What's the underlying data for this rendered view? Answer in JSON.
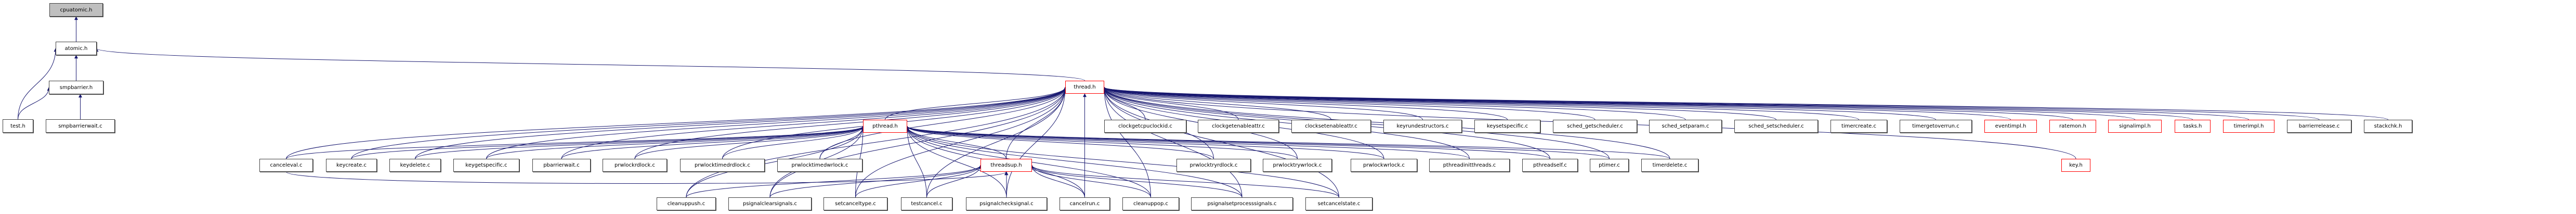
{
  "graph": {
    "title": "cpuatomic.h include dependency graph",
    "colors": {
      "edge": "#191970",
      "root_fill": "#bfbfbf",
      "truncated_border": "#ff0000",
      "node_border": "#404040"
    },
    "nodes": [
      {
        "id": "cpuatomic_h",
        "label": "cpuatomic.h",
        "kind": "root"
      },
      {
        "id": "atomic_h",
        "label": "atomic.h",
        "kind": "normal"
      },
      {
        "id": "smpbarrier_h",
        "label": "smpbarrier.h",
        "kind": "normal"
      },
      {
        "id": "test_h",
        "label": "test.h",
        "kind": "normal"
      },
      {
        "id": "smpbarrierwait_c",
        "label": "smpbarrierwait.c",
        "kind": "normal"
      },
      {
        "id": "thread_h",
        "label": "thread.h",
        "kind": "truncated"
      },
      {
        "id": "pthread_h",
        "label": "pthread.h",
        "kind": "truncated"
      },
      {
        "id": "threadsup_h",
        "label": "threadsup.h",
        "kind": "truncated"
      },
      {
        "id": "clockgetcpuclockid_c",
        "label": "clockgetcpuclockid.c",
        "kind": "normal"
      },
      {
        "id": "clockgetenableattr_c",
        "label": "clockgetenableattr.c",
        "kind": "normal"
      },
      {
        "id": "clocksetenableattr_c",
        "label": "clocksetenableattr.c",
        "kind": "normal"
      },
      {
        "id": "keyrundestructors_c",
        "label": "keyrundestructors.c",
        "kind": "normal"
      },
      {
        "id": "keysetspecific_c",
        "label": "keysetspecific.c",
        "kind": "normal"
      },
      {
        "id": "sched_getscheduler_c",
        "label": "sched_getscheduler.c",
        "kind": "normal"
      },
      {
        "id": "sched_setparam_c",
        "label": "sched_setparam.c",
        "kind": "normal"
      },
      {
        "id": "sched_setscheduler_c",
        "label": "sched_setscheduler.c",
        "kind": "normal"
      },
      {
        "id": "timercreate_c",
        "label": "timercreate.c",
        "kind": "normal"
      },
      {
        "id": "timergetoverrun_c",
        "label": "timergetoverrun.c",
        "kind": "normal"
      },
      {
        "id": "eventimpl_h",
        "label": "eventimpl.h",
        "kind": "truncated"
      },
      {
        "id": "ratemon_h",
        "label": "ratemon.h",
        "kind": "truncated"
      },
      {
        "id": "signalimpl_h",
        "label": "signalimpl.h",
        "kind": "truncated"
      },
      {
        "id": "tasks_h",
        "label": "tasks.h",
        "kind": "truncated"
      },
      {
        "id": "timerimpl_h",
        "label": "timerimpl.h",
        "kind": "truncated"
      },
      {
        "id": "barrierrelease_c",
        "label": "barrierrelease.c",
        "kind": "normal"
      },
      {
        "id": "stackchk_h",
        "label": "stackchk.h",
        "kind": "normal"
      },
      {
        "id": "canceleval_c",
        "label": "canceleval.c",
        "kind": "normal"
      },
      {
        "id": "keycreate_c",
        "label": "keycreate.c",
        "kind": "normal"
      },
      {
        "id": "keydelete_c",
        "label": "keydelete.c",
        "kind": "normal"
      },
      {
        "id": "keygetspecific_c",
        "label": "keygetspecific.c",
        "kind": "normal"
      },
      {
        "id": "pbarrierwait_c",
        "label": "pbarrierwait.c",
        "kind": "normal"
      },
      {
        "id": "prwlockrdlock_c",
        "label": "prwlockrdlock.c",
        "kind": "normal"
      },
      {
        "id": "prwlocktimedrdlock_c",
        "label": "prwlocktimedrdlock.c",
        "kind": "normal"
      },
      {
        "id": "prwlocktimedwrlock_c",
        "label": "prwlocktimedwrlock.c",
        "kind": "normal"
      },
      {
        "id": "prwlocktryrdlock_c",
        "label": "prwlocktryrdlock.c",
        "kind": "normal"
      },
      {
        "id": "prwlocktrywrlock_c",
        "label": "prwlocktrywrlock.c",
        "kind": "normal"
      },
      {
        "id": "prwlockwrlock_c",
        "label": "prwlockwrlock.c",
        "kind": "normal"
      },
      {
        "id": "pthreadinitthreads_c",
        "label": "pthreadinitthreads.c",
        "kind": "normal"
      },
      {
        "id": "pthreadself_c",
        "label": "pthreadself.c",
        "kind": "normal"
      },
      {
        "id": "ptimer_c",
        "label": "ptimer.c",
        "kind": "normal"
      },
      {
        "id": "timerdelete_c",
        "label": "timerdelete.c",
        "kind": "normal"
      },
      {
        "id": "key_h",
        "label": "key.h",
        "kind": "truncated"
      },
      {
        "id": "cleanuppush_c",
        "label": "cleanuppush.c",
        "kind": "normal"
      },
      {
        "id": "psignalclearsignals_c",
        "label": "psignalclearsignals.c",
        "kind": "normal"
      },
      {
        "id": "setcanceltype_c",
        "label": "setcanceltype.c",
        "kind": "normal"
      },
      {
        "id": "testcancel_c",
        "label": "testcancel.c",
        "kind": "normal"
      },
      {
        "id": "psignalchecksignal_c",
        "label": "psignalchecksignal.c",
        "kind": "normal"
      },
      {
        "id": "cancelrun_c",
        "label": "cancelrun.c",
        "kind": "normal"
      },
      {
        "id": "cleanuppop_c",
        "label": "cleanuppop.c",
        "kind": "normal"
      },
      {
        "id": "psignalsetprocesssignals_c",
        "label": "psignalsetprocesssignals.c",
        "kind": "normal"
      },
      {
        "id": "setcancelstate_c",
        "label": "setcancelstate.c",
        "kind": "normal"
      }
    ],
    "edges": [
      [
        "atomic_h",
        "cpuatomic_h"
      ],
      [
        "smpbarrier_h",
        "atomic_h"
      ],
      [
        "test_h",
        "atomic_h"
      ],
      [
        "thread_h",
        "atomic_h"
      ],
      [
        "test_h",
        "smpbarrier_h"
      ],
      [
        "smpbarrierwait_c",
        "smpbarrier_h"
      ],
      [
        "pthread_h",
        "thread_h"
      ],
      [
        "threadsup_h",
        "thread_h"
      ],
      [
        "clockgetcpuclockid_c",
        "thread_h"
      ],
      [
        "clockgetenableattr_c",
        "thread_h"
      ],
      [
        "clocksetenableattr_c",
        "thread_h"
      ],
      [
        "keyrundestructors_c",
        "thread_h"
      ],
      [
        "keysetspecific_c",
        "thread_h"
      ],
      [
        "sched_getscheduler_c",
        "thread_h"
      ],
      [
        "sched_setparam_c",
        "thread_h"
      ],
      [
        "sched_setscheduler_c",
        "thread_h"
      ],
      [
        "timercreate_c",
        "thread_h"
      ],
      [
        "timergetoverrun_c",
        "thread_h"
      ],
      [
        "eventimpl_h",
        "thread_h"
      ],
      [
        "ratemon_h",
        "thread_h"
      ],
      [
        "signalimpl_h",
        "thread_h"
      ],
      [
        "tasks_h",
        "thread_h"
      ],
      [
        "timerimpl_h",
        "thread_h"
      ],
      [
        "barrierrelease_c",
        "thread_h"
      ],
      [
        "stackchk_h",
        "thread_h"
      ],
      [
        "canceleval_c",
        "thread_h"
      ],
      [
        "keycreate_c",
        "thread_h"
      ],
      [
        "keydelete_c",
        "thread_h"
      ],
      [
        "keygetspecific_c",
        "thread_h"
      ],
      [
        "pbarrierwait_c",
        "thread_h"
      ],
      [
        "prwlockrdlock_c",
        "thread_h"
      ],
      [
        "prwlocktimedrdlock_c",
        "thread_h"
      ],
      [
        "prwlocktimedwrlock_c",
        "thread_h"
      ],
      [
        "prwlocktryrdlock_c",
        "thread_h"
      ],
      [
        "prwlocktrywrlock_c",
        "thread_h"
      ],
      [
        "prwlockwrlock_c",
        "thread_h"
      ],
      [
        "pthreadinitthreads_c",
        "thread_h"
      ],
      [
        "pthreadself_c",
        "thread_h"
      ],
      [
        "ptimer_c",
        "thread_h"
      ],
      [
        "timerdelete_c",
        "thread_h"
      ],
      [
        "key_h",
        "thread_h"
      ],
      [
        "cleanuppush_c",
        "thread_h"
      ],
      [
        "psignalclearsignals_c",
        "thread_h"
      ],
      [
        "setcanceltype_c",
        "thread_h"
      ],
      [
        "testcancel_c",
        "thread_h"
      ],
      [
        "psignalchecksignal_c",
        "thread_h"
      ],
      [
        "cancelrun_c",
        "thread_h"
      ],
      [
        "cleanuppop_c",
        "thread_h"
      ],
      [
        "psignalsetprocesssignals_c",
        "thread_h"
      ],
      [
        "setcancelstate_c",
        "thread_h"
      ],
      [
        "threadsup_h",
        "pthread_h"
      ],
      [
        "canceleval_c",
        "pthread_h"
      ],
      [
        "keycreate_c",
        "pthread_h"
      ],
      [
        "keydelete_c",
        "pthread_h"
      ],
      [
        "keygetspecific_c",
        "pthread_h"
      ],
      [
        "pbarrierwait_c",
        "pthread_h"
      ],
      [
        "prwlockrdlock_c",
        "pthread_h"
      ],
      [
        "prwlocktimedrdlock_c",
        "pthread_h"
      ],
      [
        "prwlocktimedwrlock_c",
        "pthread_h"
      ],
      [
        "prwlocktryrdlock_c",
        "pthread_h"
      ],
      [
        "prwlocktrywrlock_c",
        "pthread_h"
      ],
      [
        "prwlockwrlock_c",
        "pthread_h"
      ],
      [
        "pthreadinitthreads_c",
        "pthread_h"
      ],
      [
        "pthreadself_c",
        "pthread_h"
      ],
      [
        "ptimer_c",
        "pthread_h"
      ],
      [
        "timerdelete_c",
        "pthread_h"
      ],
      [
        "cleanuppush_c",
        "pthread_h"
      ],
      [
        "psignalclearsignals_c",
        "pthread_h"
      ],
      [
        "setcanceltype_c",
        "pthread_h"
      ],
      [
        "testcancel_c",
        "pthread_h"
      ],
      [
        "psignalchecksignal_c",
        "pthread_h"
      ],
      [
        "cancelrun_c",
        "pthread_h"
      ],
      [
        "cleanuppop_c",
        "pthread_h"
      ],
      [
        "psignalsetprocesssignals_c",
        "pthread_h"
      ],
      [
        "setcancelstate_c",
        "pthread_h"
      ],
      [
        "cleanuppush_c",
        "threadsup_h"
      ],
      [
        "psignalclearsignals_c",
        "threadsup_h"
      ],
      [
        "setcanceltype_c",
        "threadsup_h"
      ],
      [
        "testcancel_c",
        "threadsup_h"
      ],
      [
        "psignalchecksignal_c",
        "threadsup_h"
      ],
      [
        "cancelrun_c",
        "threadsup_h"
      ],
      [
        "cleanuppop_c",
        "threadsup_h"
      ],
      [
        "psignalsetprocesssignals_c",
        "threadsup_h"
      ],
      [
        "setcancelstate_c",
        "threadsup_h"
      ],
      [
        "canceleval_c",
        "threadsup_h"
      ]
    ]
  }
}
